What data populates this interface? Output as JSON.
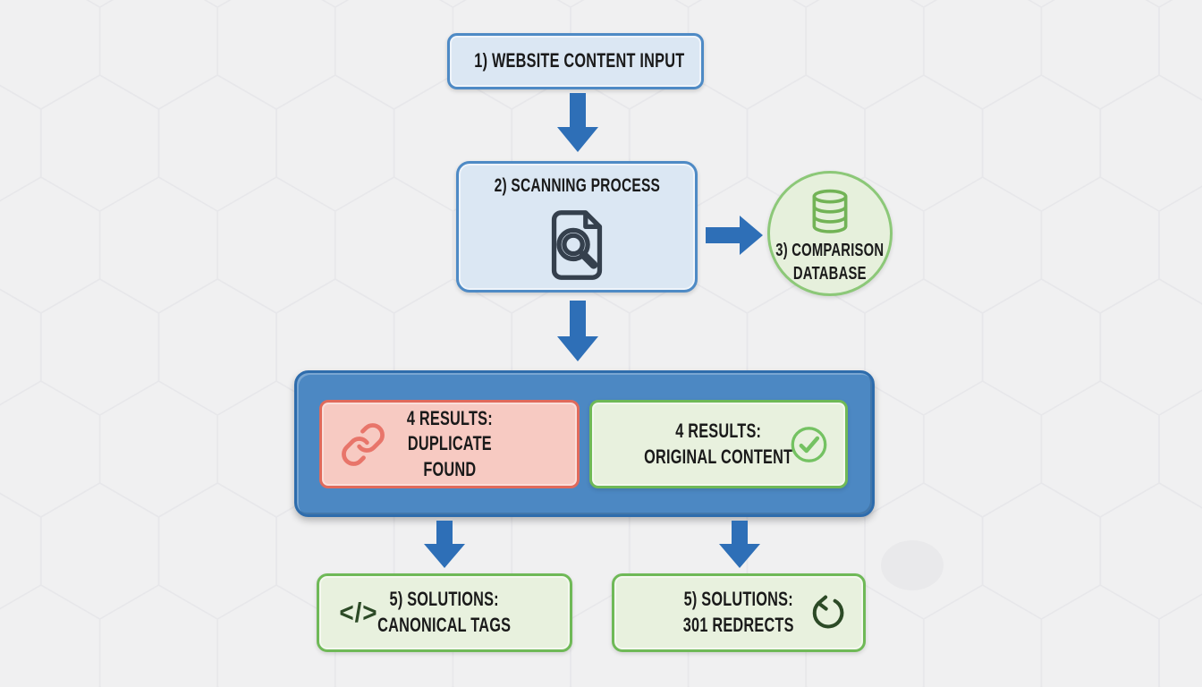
{
  "diagram": {
    "type": "flowchart",
    "background_color": "#f0f0f1",
    "hexagon_pattern_line_color": "#e7e7ea",
    "nodes": [
      {
        "id": "input",
        "label": "1) WEBSITE CONTENT INPUT",
        "icon": "globe-icon",
        "fill": "#dbe7f3",
        "border": "#4e8ac5"
      },
      {
        "id": "scanning",
        "label": "2) SCANNING PROCESS",
        "icon": "document-search-icon",
        "fill": "#dbe7f3",
        "border": "#4e8ac5"
      },
      {
        "id": "database",
        "label": "3) COMPARISON\nDATABASE",
        "icon": "database-icon",
        "fill": "#e6f0dc",
        "border": "#8cc878",
        "shape": "circle"
      },
      {
        "id": "results-duplicate",
        "label": "4 RESULTS:\nDUPLICATE\nFOUND",
        "icon": "link-icon",
        "fill": "#f7cac2",
        "border": "#e06a5b"
      },
      {
        "id": "results-original",
        "label": "4 RESULTS:\nORIGINAL CONTENT",
        "icon": "check-circle-icon",
        "fill": "#e8f1de",
        "border": "#6fb957"
      },
      {
        "id": "solution-canonical",
        "label": "5) SOLUTIONS:\nCANONICAL TAGS",
        "icon": "code-icon",
        "icon_glyph": "</>",
        "fill": "#e8f1de",
        "border": "#6fb957"
      },
      {
        "id": "solution-redirects",
        "label": "5) SOLUTIONS:\n301 REDRECTS",
        "icon": "undo-arrow-icon",
        "fill": "#e8f1de",
        "border": "#6fb957"
      }
    ],
    "results_container": {
      "fill": "#4c88c3",
      "border": "#2e6cac"
    },
    "connectors": [
      {
        "from": "input",
        "to": "scanning",
        "direction": "down"
      },
      {
        "from": "scanning",
        "to": "database",
        "direction": "right"
      },
      {
        "from": "scanning",
        "to": "results-container",
        "direction": "down"
      },
      {
        "from": "results-duplicate",
        "to": "solution-canonical",
        "direction": "down"
      },
      {
        "from": "results-original",
        "to": "solution-redirects",
        "direction": "down"
      }
    ],
    "colors": {
      "arrow": "#2e6fb7",
      "text": "#1a1a1a",
      "globe_icon": "#2b5888",
      "scan_icon": "#35404d",
      "database_icon": "#72b356",
      "link_icon": "#e8756a",
      "check_icon": "#74c262",
      "dark_green_icon": "#2c4a26"
    }
  }
}
